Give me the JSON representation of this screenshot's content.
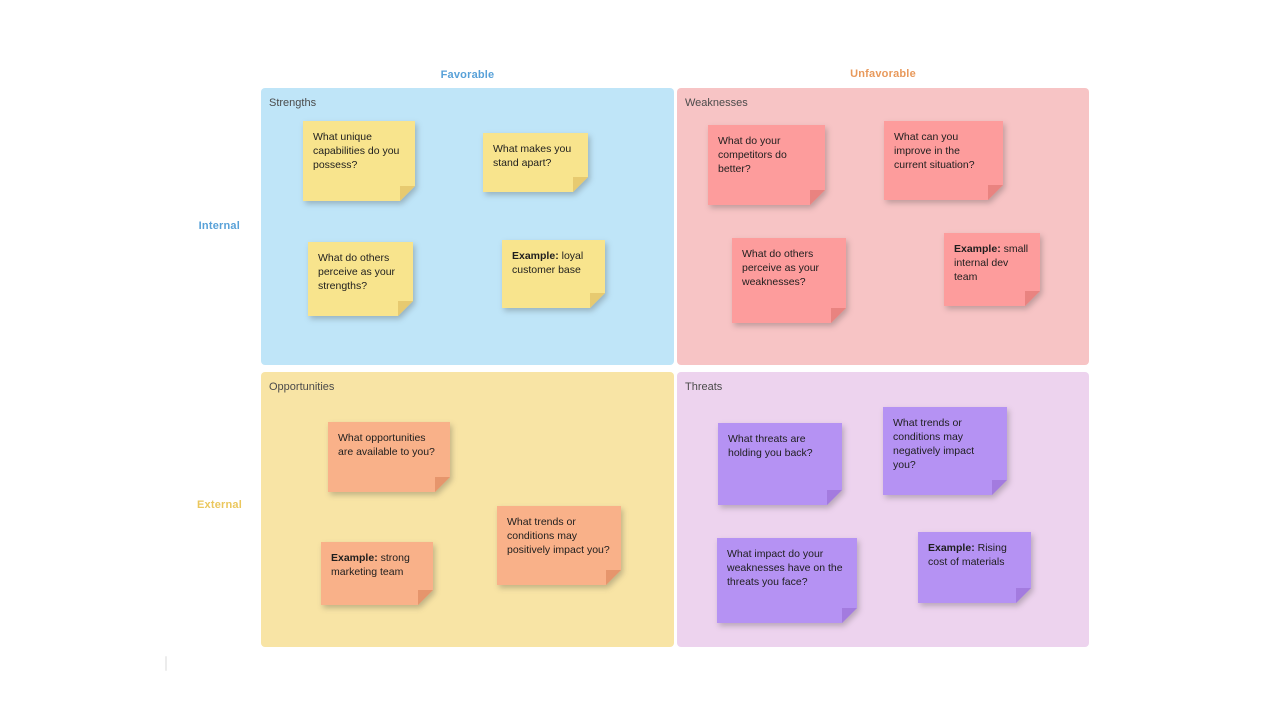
{
  "axis": {
    "favorable": "Favorable",
    "unfavorable": "Unfavorable",
    "internal": "Internal",
    "external": "External"
  },
  "colors": {
    "strengths_bg": "#BFE5F8",
    "strengths_note": "#F8E48D",
    "strengths_fold": "#E7CA70",
    "weaknesses_bg": "#F7C4C5",
    "weaknesses_note": "#FD9C9C",
    "weaknesses_fold": "#E98380",
    "opportunities_bg": "#F8E4A5",
    "opportunities_note": "#F9B189",
    "opportunities_fold": "#E6956C",
    "threats_bg": "#EDD3EE",
    "threats_note": "#B592F3",
    "threats_fold": "#A37BDF",
    "favorable_text": "#58A1D8",
    "unfavorable_text": "#E8995B",
    "internal_text": "#58A1D8",
    "external_text": "#EBC75D",
    "quadrant_title_text": "#4B4B4B",
    "note_text": "#1E1E1E"
  },
  "quadrants": {
    "strengths": {
      "title": "Strengths",
      "notes": [
        {
          "bold": "",
          "text": "What unique capabilities do you possess?"
        },
        {
          "bold": "",
          "text": "What makes you stand apart?"
        },
        {
          "bold": "",
          "text": "What do others perceive as your strengths?"
        },
        {
          "bold": "Example:",
          "text": " loyal customer base"
        }
      ]
    },
    "weaknesses": {
      "title": "Weaknesses",
      "notes": [
        {
          "bold": "",
          "text": "What do your competitors do better?"
        },
        {
          "bold": "",
          "text": "What can you improve in the current situation?"
        },
        {
          "bold": "",
          "text": "What do others perceive as your weaknesses?"
        },
        {
          "bold": "Example:",
          "text": " small internal dev team"
        }
      ]
    },
    "opportunities": {
      "title": "Opportunities",
      "notes": [
        {
          "bold": "",
          "text": "What opportunities are available to you?"
        },
        {
          "bold": "Example:",
          "text": " strong marketing team"
        },
        {
          "bold": "",
          "text": "What trends or conditions may positively impact you?"
        }
      ]
    },
    "threats": {
      "title": "Threats",
      "notes": [
        {
          "bold": "",
          "text": "What threats are holding you back?"
        },
        {
          "bold": "",
          "text": "What trends or conditions may negatively impact you?"
        },
        {
          "bold": "",
          "text": "What impact do your weaknesses have on the threats you face?"
        },
        {
          "bold": "Example:",
          "text": " Rising cost of materials"
        }
      ]
    }
  }
}
